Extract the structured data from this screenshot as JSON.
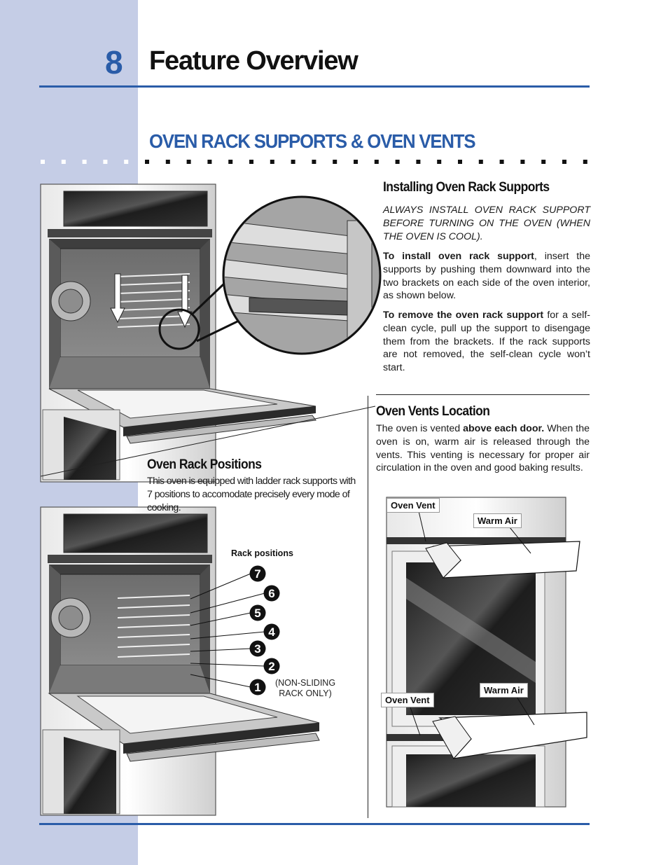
{
  "header": {
    "page_number": "8",
    "title": "Feature Overview"
  },
  "section": {
    "title": "OVEN RACK SUPPORTS & OVEN VENTS"
  },
  "installing": {
    "heading": "Installing Oven Rack Supports",
    "warning": "ALWAYS INSTALL OVEN RACK SUPPORT BEFORE TURNING ON THE OVEN (WHEN THE OVEN IS COOL).",
    "install_lead": "To install oven rack support",
    "install_text": ", insert the supports by pushing them downward into the two brackets on each side of the oven interior, as shown below.",
    "remove_lead": "To remove the oven rack support",
    "remove_text": " for a self-clean cycle, pull up the support to disengage them from the brackets. If the rack supports are not removed, the self-clean cycle won’t start."
  },
  "vents": {
    "heading": "Oven Vents Location",
    "text_pre": "The oven is vented ",
    "text_bold": "above each door.",
    "text_post": " When the oven is on, warm air is released through the vents. This venting is necessary for proper air circulation in the oven and good baking results.",
    "callouts": {
      "oven_vent_top": "Oven Vent",
      "warm_air_top": "Warm Air",
      "oven_vent_bottom": "Oven Vent",
      "warm_air_bottom": "Warm Air"
    }
  },
  "positions": {
    "heading": "Oven Rack Positions",
    "text": "This oven is equipped with ladder rack supports with 7 positions to accomodate precisely every mode of cooking.",
    "rack_label": "Rack  positions",
    "numbers": [
      "7",
      "6",
      "5",
      "4",
      "3",
      "2",
      "1"
    ],
    "note": "(NON-SLIDING RACK ONLY)"
  },
  "colors": {
    "accent": "#2a5ca8",
    "sidebar": "#c5cde6"
  }
}
